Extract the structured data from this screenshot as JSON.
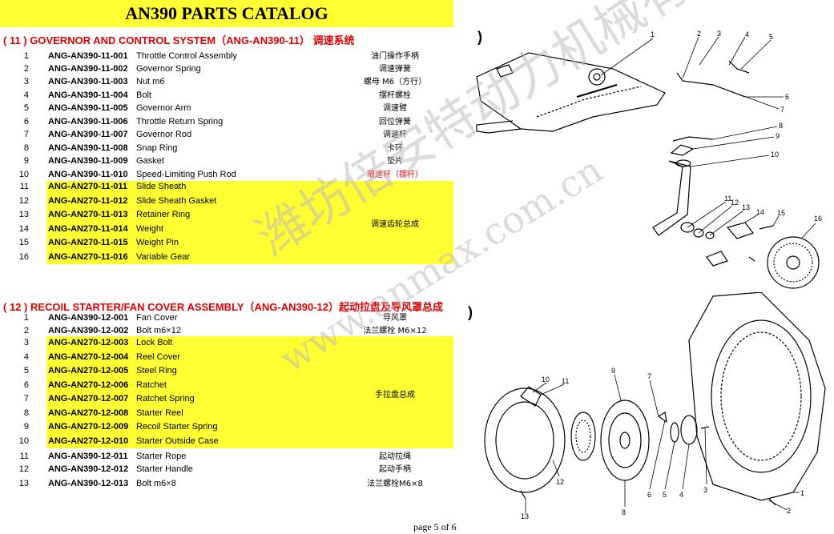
{
  "title": "AN390 PARTS CATALOG",
  "section11": {
    "heading": "( 11 ) GOVERNOR AND CONTROL SYSTEM（ANG-AN390-11） 调速系统",
    "rows": [
      {
        "no": "1",
        "code": "ANG-AN390-11-001",
        "name": "Throttle Control Assembly",
        "cn": "油门操作手柄"
      },
      {
        "no": "2",
        "code": "ANG-AN390-11-002",
        "name": "Governor Spring",
        "cn": "调速弹簧"
      },
      {
        "no": "3",
        "code": "ANG-AN390-11-003",
        "name": "Nut m6",
        "cn": "螺母 M6（方行）"
      },
      {
        "no": "4",
        "code": "ANG-AN390-11-004",
        "name": "Bolt",
        "cn": "摆杆螺栓"
      },
      {
        "no": "5",
        "code": "ANG-AN390-11-005",
        "name": "Governor Arm",
        "cn": "调速臂"
      },
      {
        "no": "6",
        "code": "ANG-AN390-11-006",
        "name": "Throttle Return Spring",
        "cn": "回位弹簧"
      },
      {
        "no": "7",
        "code": "ANG-AN390-11-007",
        "name": "Governor Rod",
        "cn": "调速杆"
      },
      {
        "no": "8",
        "code": "ANG-AN390-11-008",
        "name": "Snap Ring",
        "cn": "卡环"
      },
      {
        "no": "9",
        "code": "ANG-AN390-11-009",
        "name": "Gasket",
        "cn": "垫片"
      },
      {
        "no": "10",
        "code": "ANG-AN390-11-010",
        "name": "Speed-Limiting Push Rod",
        "cn": "限速杆（摆杆）"
      },
      {
        "no": "11",
        "code": "ANG-AN270-11-011",
        "name": "Slide Sheath",
        "cn": ""
      },
      {
        "no": "12",
        "code": "ANG-AN270-11-012",
        "name": "Slide Sheath Gasket",
        "cn": ""
      },
      {
        "no": "13",
        "code": "ANG-AN270-11-013",
        "name": "Retainer Ring",
        "cn": ""
      },
      {
        "no": "14",
        "code": "ANG-AN270-11-014",
        "name": "Weight",
        "cn": ""
      },
      {
        "no": "15",
        "code": "ANG-AN270-11-015",
        "name": "Weight Pin",
        "cn": ""
      },
      {
        "no": "16",
        "code": "ANG-AN270-11-016",
        "name": "Variable Gear",
        "cn": ""
      }
    ],
    "group_label": "调速齿轮总成"
  },
  "section12": {
    "heading": "( 12 ) RECOIL STARTER/FAN COVER ASSEMBLY（ANG-AN390-12）起动拉盘及导风罩总成",
    "rows": [
      {
        "no": "1",
        "code": "ANG-AN390-12-001",
        "name": "Fan Cover",
        "cn": "导风罩"
      },
      {
        "no": "2",
        "code": "ANG-AN390-12-002",
        "name": "Bolt m6×12",
        "cn": "法兰螺栓 M6×12"
      },
      {
        "no": "3",
        "code": "ANG-AN270-12-003",
        "name": "Lock Bolt",
        "cn": ""
      },
      {
        "no": "4",
        "code": "ANG-AN270-12-004",
        "name": "Reel Cover",
        "cn": ""
      },
      {
        "no": "5",
        "code": "ANG-AN270-12-005",
        "name": "Steel Ring",
        "cn": ""
      },
      {
        "no": "6",
        "code": "ANG-AN270-12-006",
        "name": "Ratchet",
        "cn": ""
      },
      {
        "no": "7",
        "code": "ANG-AN270-12-007",
        "name": "Ratchet Spring",
        "cn": ""
      },
      {
        "no": "8",
        "code": "ANG-AN270-12-008",
        "name": "Starter Reel",
        "cn": ""
      },
      {
        "no": "9",
        "code": "ANG-AN270-12-009",
        "name": "Recoil Starter Spring",
        "cn": ""
      },
      {
        "no": "10",
        "code": "ANG-AN270-12-010",
        "name": "Starter Outside Case",
        "cn": ""
      },
      {
        "no": "11",
        "code": "ANG-AN390-12-011",
        "name": "Starter Rope",
        "cn": "起动拉绳"
      },
      {
        "no": "12",
        "code": "ANG-AN390-12-012",
        "name": "Starter Handle",
        "cn": "起动手柄"
      },
      {
        "no": "13",
        "code": "ANG-AN390-12-013",
        "name": "Bolt m6×8",
        "cn": "法兰螺栓M6×8"
      }
    ],
    "group_label": "手拉盘总成"
  },
  "diagram_parens": [
    ")",
    ")"
  ],
  "diagram1_callouts": [
    "1",
    "2",
    "3",
    "4",
    "5",
    "6",
    "7",
    "8",
    "9",
    "10",
    "11",
    "12",
    "13",
    "14",
    "15",
    "16"
  ],
  "diagram2_callouts": [
    "1",
    "2",
    "3",
    "4",
    "5",
    "6",
    "7",
    "8",
    "9",
    "10",
    "11",
    "12",
    "13"
  ],
  "watermark_cn": "潍坊倍安特动力机械有限公司",
  "watermark_url": "www.anmax.com.cn",
  "page": "page 5 of 6",
  "colors": {
    "highlight": "#ffff33",
    "heading_red": "#e00000"
  }
}
